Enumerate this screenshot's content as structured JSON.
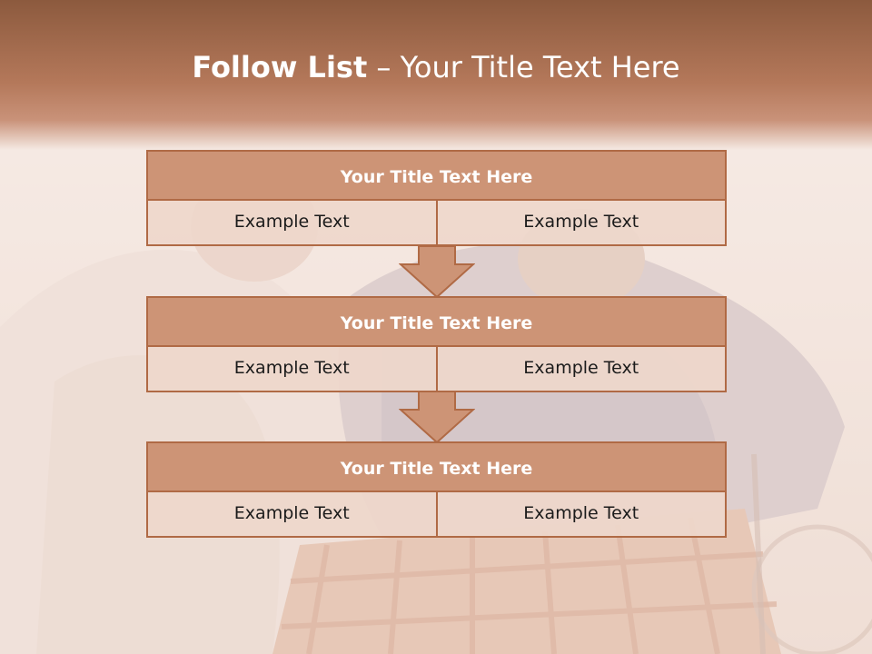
{
  "slide": {
    "title_bold": "Follow List",
    "title_rest": " – Your Title Text Here"
  },
  "blocks": [
    {
      "title": "Your Title Text Here",
      "left": "Example Text",
      "right": "Example Text"
    },
    {
      "title": "Your Title Text Here",
      "left": "Example Text",
      "right": "Example Text"
    },
    {
      "title": "Your Title Text Here",
      "left": "Example Text",
      "right": "Example Text"
    }
  ],
  "colors": {
    "header": "#b4785a",
    "block_title_fill": "#cd9476",
    "block_border": "#b06a45",
    "cell_fill": "#eed7cb"
  },
  "icons": [
    "down-arrow-icon"
  ]
}
